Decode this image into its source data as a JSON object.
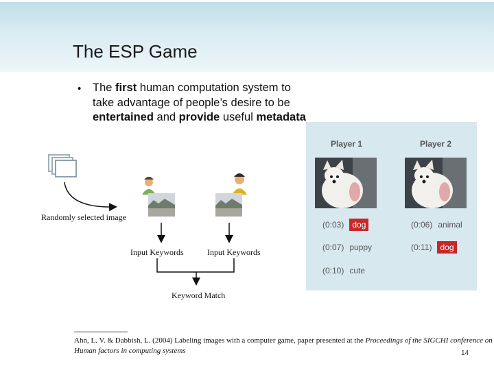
{
  "slide": {
    "title": "The ESP Game",
    "bullet": {
      "marker": "•",
      "parts": [
        {
          "text": "The ",
          "bold": false
        },
        {
          "text": "first",
          "bold": true
        },
        {
          "text": " human computation system to take advantage of people’s desire to be ",
          "bold": false
        },
        {
          "text": "entertained",
          "bold": true
        },
        {
          "text": " and ",
          "bold": false
        },
        {
          "text": "provide",
          "bold": true
        },
        {
          "text": " useful ",
          "bold": false
        },
        {
          "text": "metadata",
          "bold": true
        }
      ]
    },
    "diagram": {
      "random_label": "Randomly selected image",
      "input_left": "Input Keywords",
      "input_right": "Input Keywords",
      "match_label": "Keyword Match"
    },
    "game": {
      "player1": "Player 1",
      "player2": "Player 2",
      "player1_guesses": [
        {
          "time": "(0:03)",
          "word": "dog",
          "matched": true
        },
        {
          "time": "(0:07)",
          "word": "puppy",
          "matched": false
        },
        {
          "time": "(0:10)",
          "word": "cute",
          "matched": false
        }
      ],
      "player2_guesses": [
        {
          "time": "(0:06)",
          "word": "animal",
          "matched": false
        },
        {
          "time": "(0:11)",
          "word": "dog",
          "matched": true
        }
      ],
      "match_color": "#c62828"
    },
    "footnote": {
      "plain": "Ahn, L. V. & Dabbish, L. (2004) Labeling images with a computer game, paper presented at the ",
      "italic": "Proceedings of the SIGCHI conference on Human factors in computing systems"
    },
    "page_number": "14"
  }
}
